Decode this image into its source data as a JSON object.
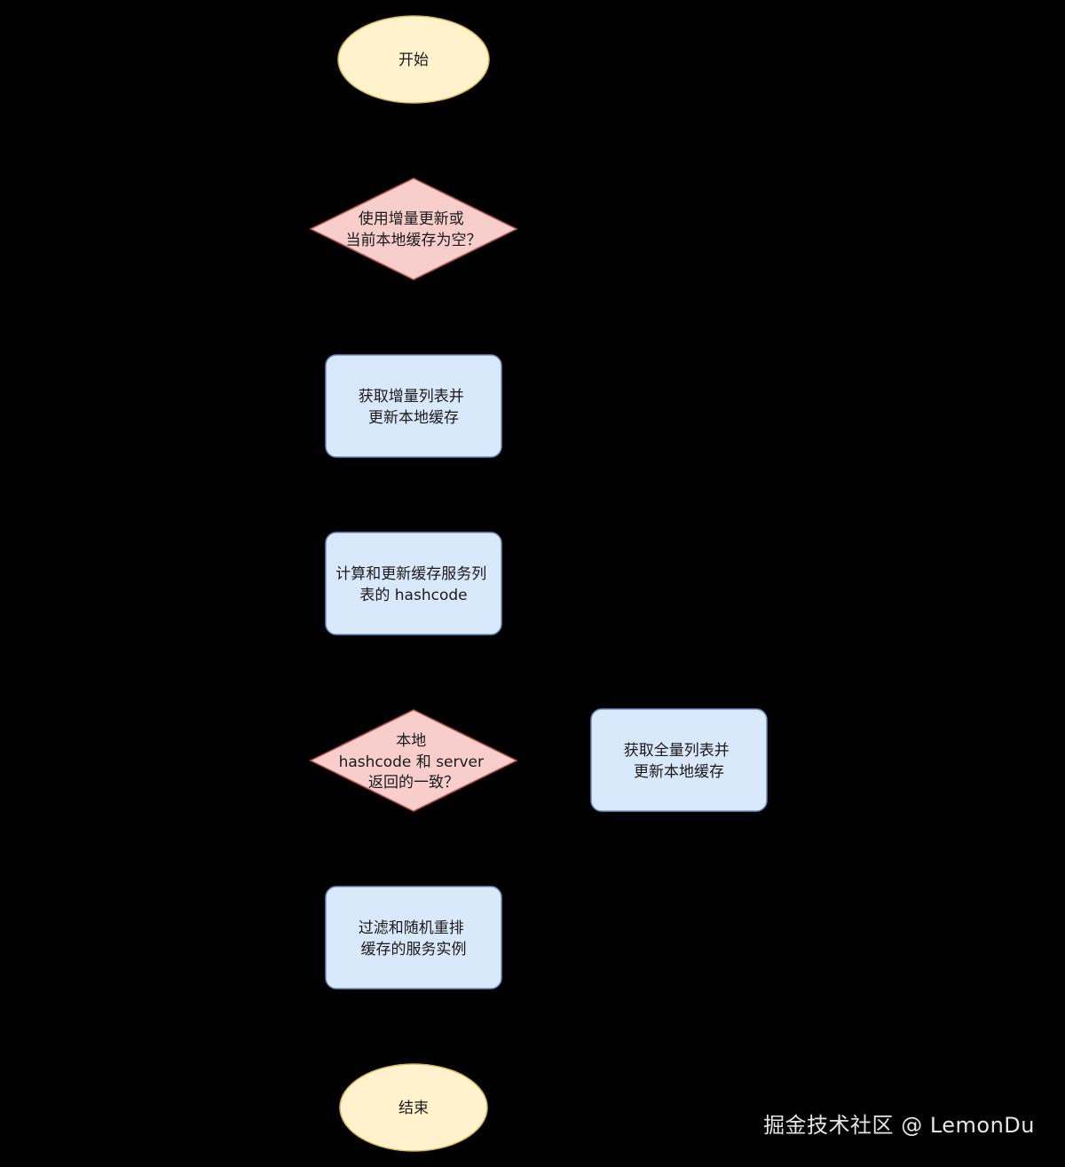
{
  "colors": {
    "background": "#000000",
    "terminal_fill": "#fff2cc",
    "terminal_stroke": "#d6b656",
    "decision_fill": "#f8cecc",
    "decision_stroke": "#b85450",
    "process_fill": "#dae8fc",
    "process_stroke": "#6c8ebf",
    "text": "#1a1a1a"
  },
  "nodes": {
    "start": {
      "lines": [
        "开始"
      ]
    },
    "decision_incremental": {
      "lines": [
        "使用增量更新或",
        "当前本地缓存为空？"
      ]
    },
    "fetch_incremental": {
      "lines": [
        "获取增量列表并",
        "更新本地缓存"
      ]
    },
    "compute_hashcode": {
      "lines": [
        "计算和更新缓存服务列",
        "表的 hashcode"
      ]
    },
    "decision_hashcode": {
      "lines": [
        "本地",
        "hashcode 和 server",
        "返回的一致？"
      ]
    },
    "fetch_full": {
      "lines": [
        "获取全量列表并",
        "更新本地缓存"
      ]
    },
    "filter_shuffle": {
      "lines": [
        "过滤和随机重排",
        "缓存的服务实例"
      ]
    },
    "end": {
      "lines": [
        "结束"
      ]
    }
  },
  "watermark": "掘金技术社区 @ LemonDu"
}
